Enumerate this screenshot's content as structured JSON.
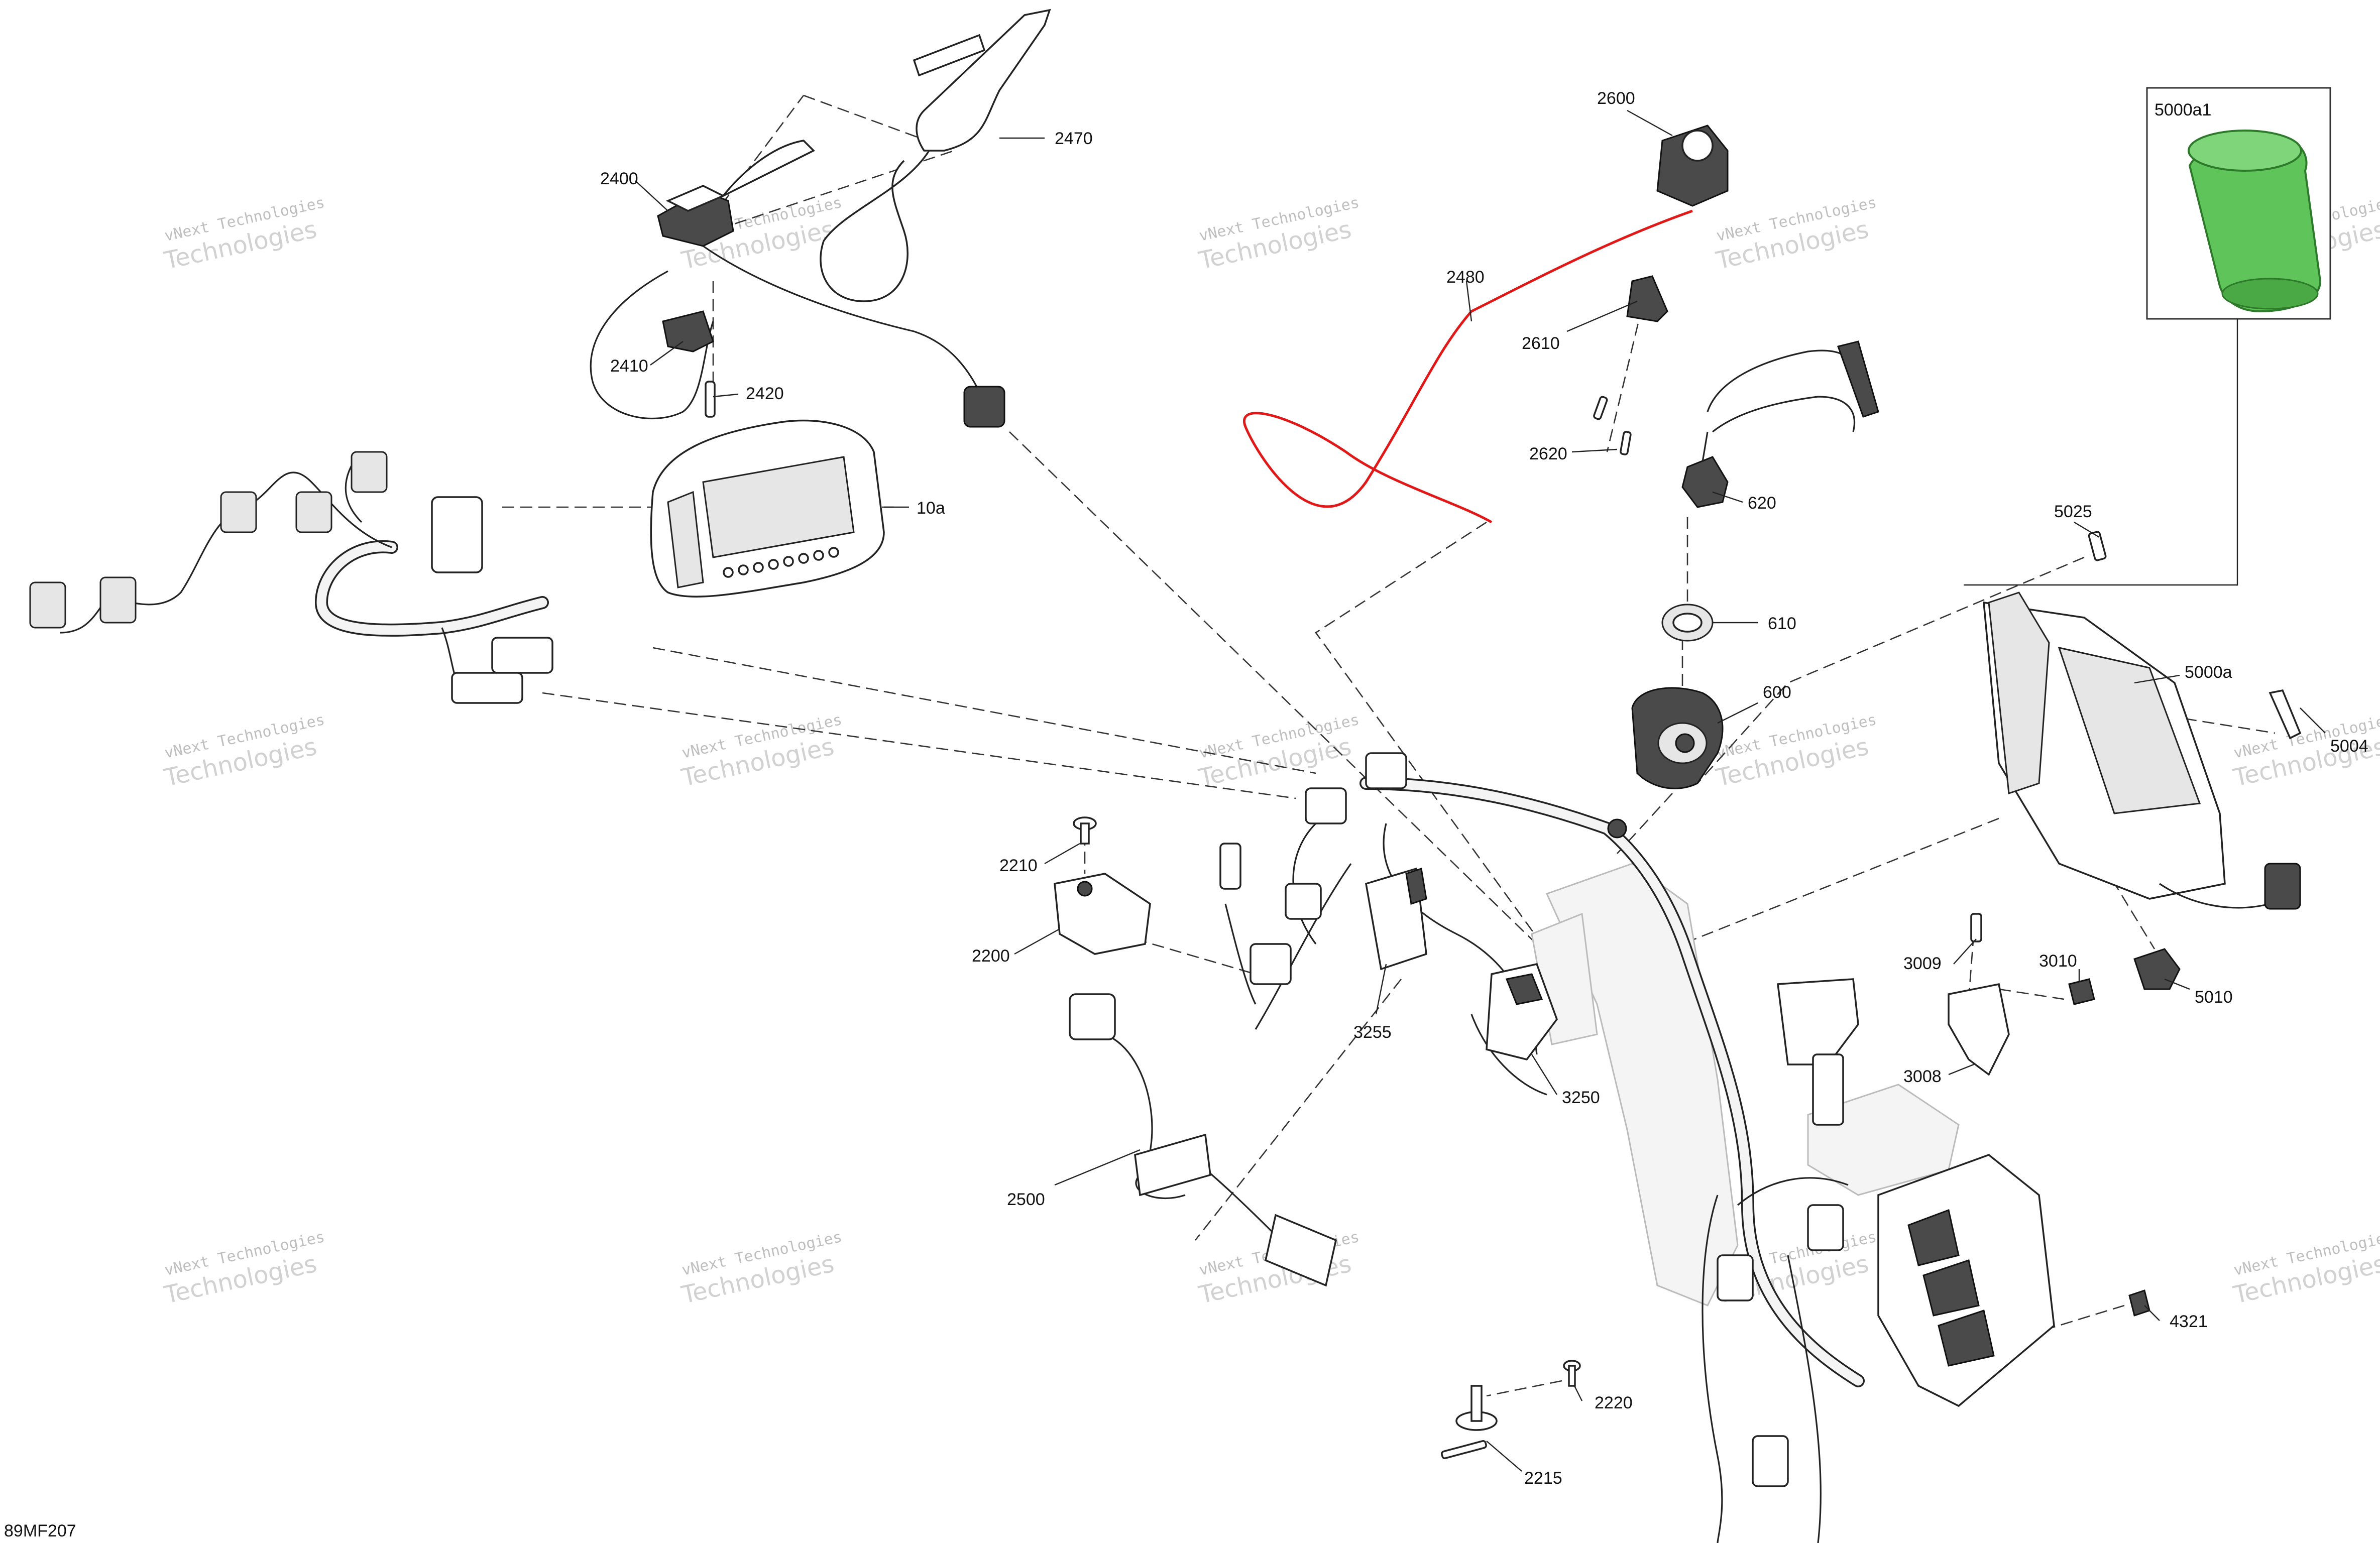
{
  "diagram": {
    "code": "89MF207",
    "watermark": {
      "line1": "vNext Technologies",
      "line2": "Technologies"
    },
    "colors": {
      "highlight_wire": "#e01818",
      "highlight_part": "#5fc45a",
      "line": "#222222"
    },
    "labels": {
      "p2400": "2400",
      "p2470": "2470",
      "p2410": "2410",
      "p2420": "2420",
      "p10a": "10a",
      "p2600": "2600",
      "p2480": "2480",
      "p2610": "2610",
      "p2620": "2620",
      "p620": "620",
      "p610": "610",
      "p600": "600",
      "p5000a1": "5000a1",
      "p5025": "5025",
      "p5000a": "5000a",
      "p5004": "5004",
      "p5010": "5010",
      "p3009": "3009",
      "p3010": "3010",
      "p3008": "3008",
      "p2210": "2210",
      "p2200": "2200",
      "p3255": "3255",
      "p3250": "3250",
      "p2500": "2500",
      "p2220": "2220",
      "p2215": "2215",
      "p4321": "4321"
    }
  }
}
